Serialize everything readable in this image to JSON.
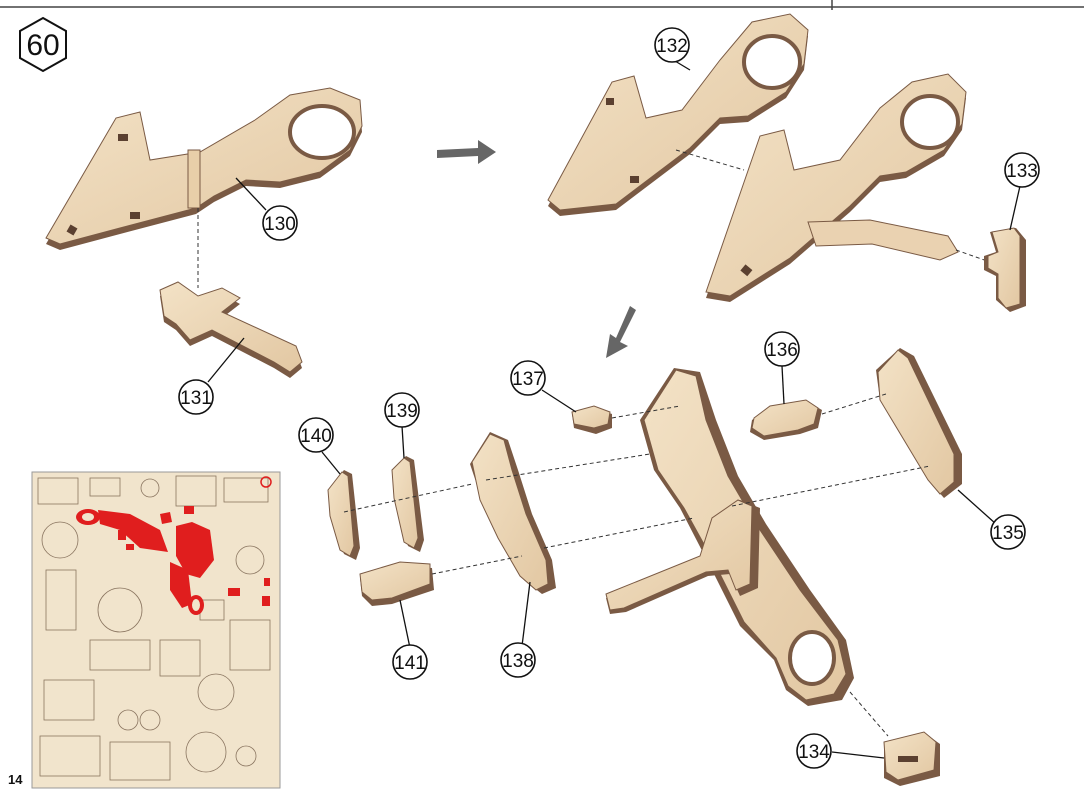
{
  "step_number": "60",
  "page_number": "14",
  "part_labels": {
    "p130": "130",
    "p131": "131",
    "p132": "132",
    "p133": "133",
    "p134": "134",
    "p135": "135",
    "p136": "136",
    "p137": "137",
    "p138": "138",
    "p139": "139",
    "p140": "140",
    "p141": "141"
  },
  "colors": {
    "wood_face": "#ead2b1",
    "wood_edge": "#7a5a44",
    "highlight": "#e01e1e",
    "sheet": "#f1e4cc",
    "arrow": "#666666"
  },
  "icons": {
    "step_badge": "hexagon",
    "flow_arrow": "arrow-right",
    "flow_arrow_down": "arrow-down-left"
  }
}
